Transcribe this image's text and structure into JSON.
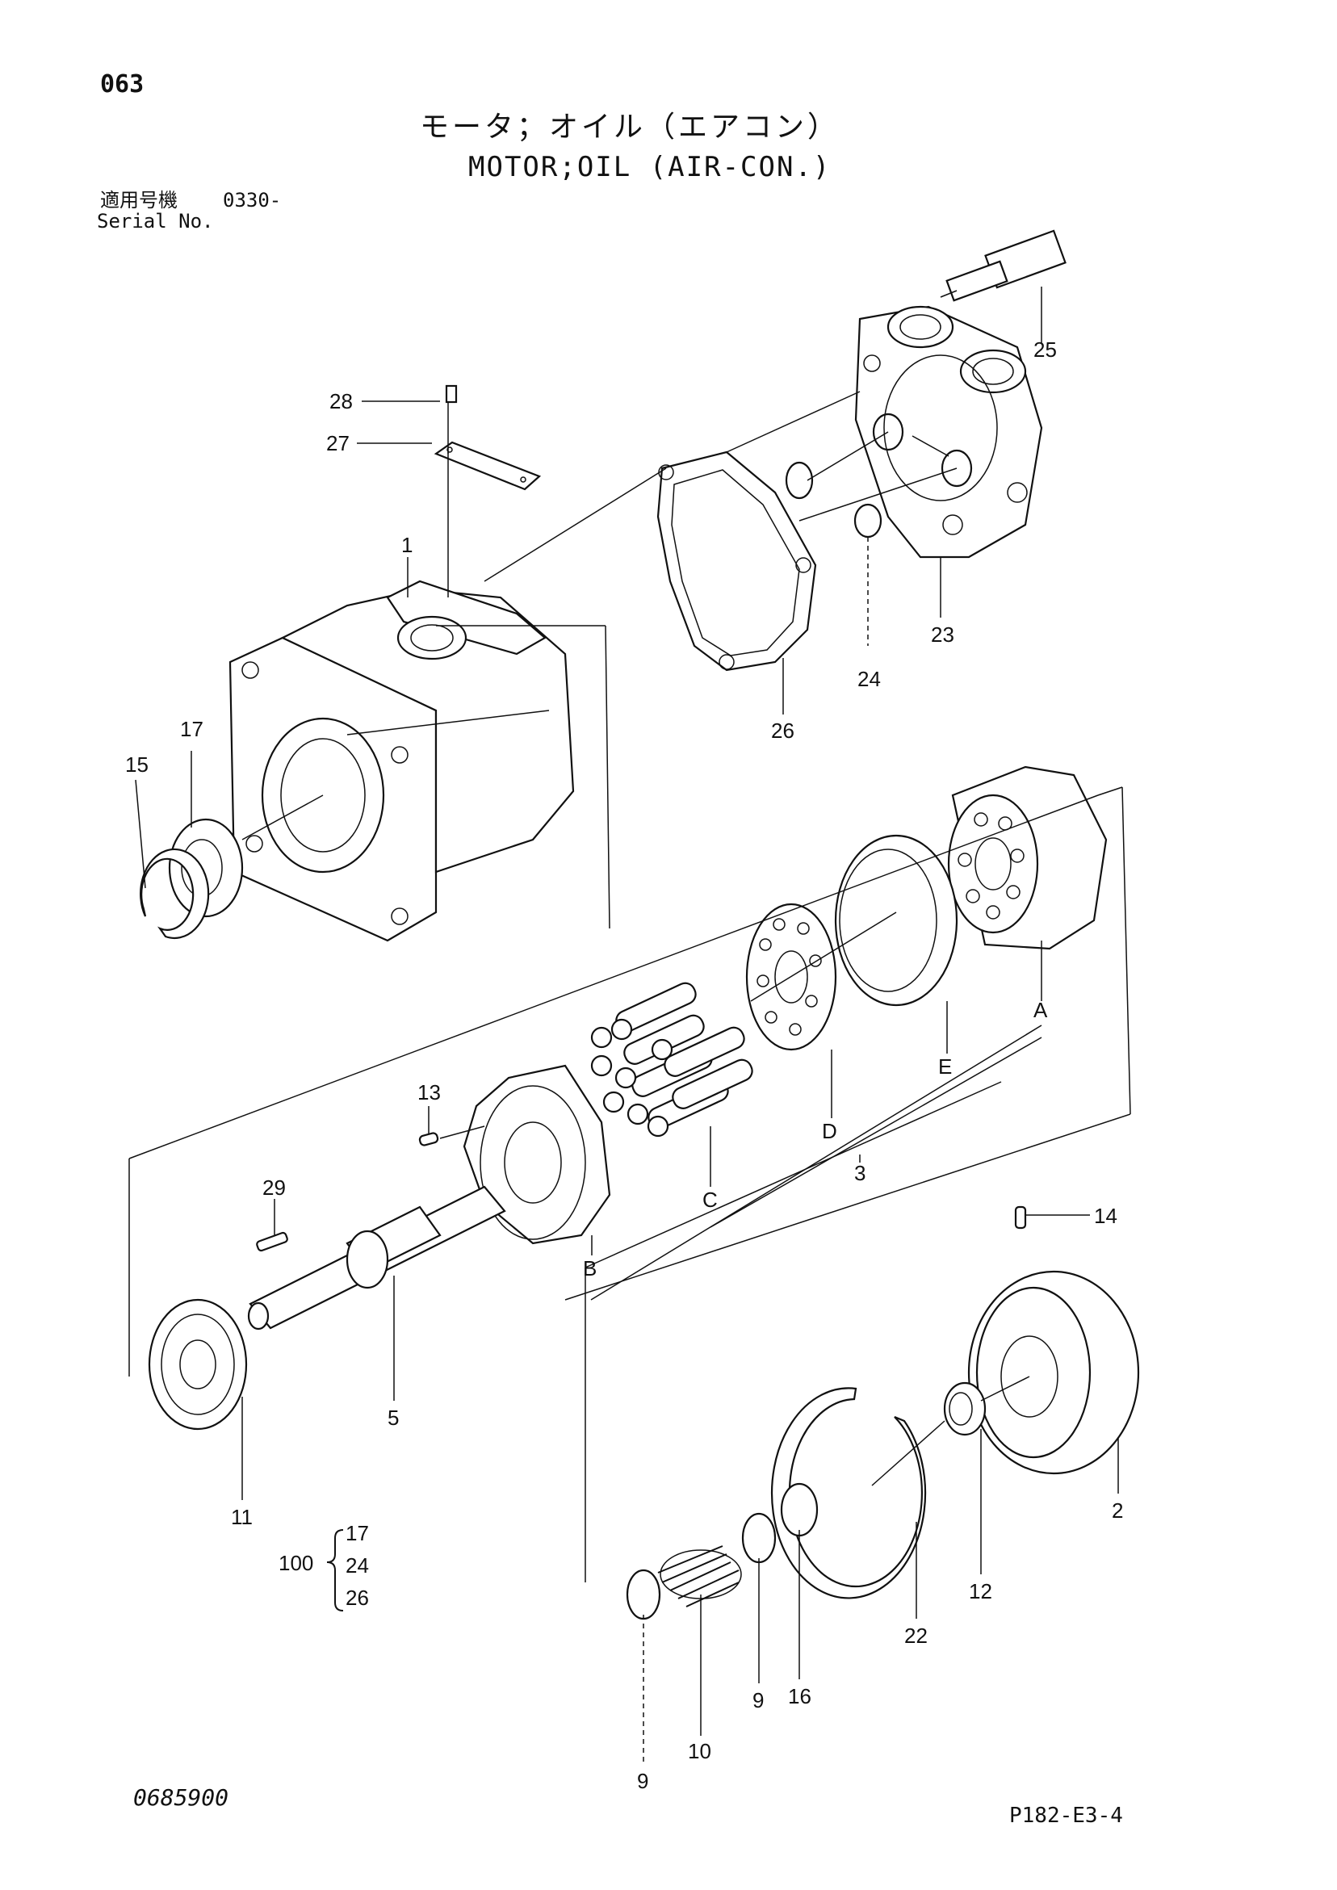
{
  "header": {
    "page_number": "063",
    "title_jp": "モータ；オイル（エアコン）",
    "title_en": "MOTOR;OIL (AIR-CON.)",
    "serial_label_jp": "適用号機",
    "serial_value": "0330-",
    "serial_label_en": "Serial No."
  },
  "callouts": {
    "c1": "1",
    "c2": "2",
    "c3": "3",
    "c5": "5",
    "c9a": "9",
    "c9b": "9",
    "c10": "10",
    "c11": "11",
    "c12": "12",
    "c13": "13",
    "c14": "14",
    "c15": "15",
    "c16": "16",
    "c17": "17",
    "c22": "22",
    "c23": "23",
    "c24": "24",
    "c25": "25",
    "c26": "26",
    "c27": "27",
    "c28": "28",
    "c29": "29",
    "cA": "A",
    "cB": "B",
    "cC": "C",
    "cD": "D",
    "cE": "E"
  },
  "kit": {
    "number": "100",
    "items": [
      "17",
      "24",
      "26"
    ]
  },
  "footer": {
    "doc_code": "0685900",
    "ref_code": "P182-E3-4"
  }
}
